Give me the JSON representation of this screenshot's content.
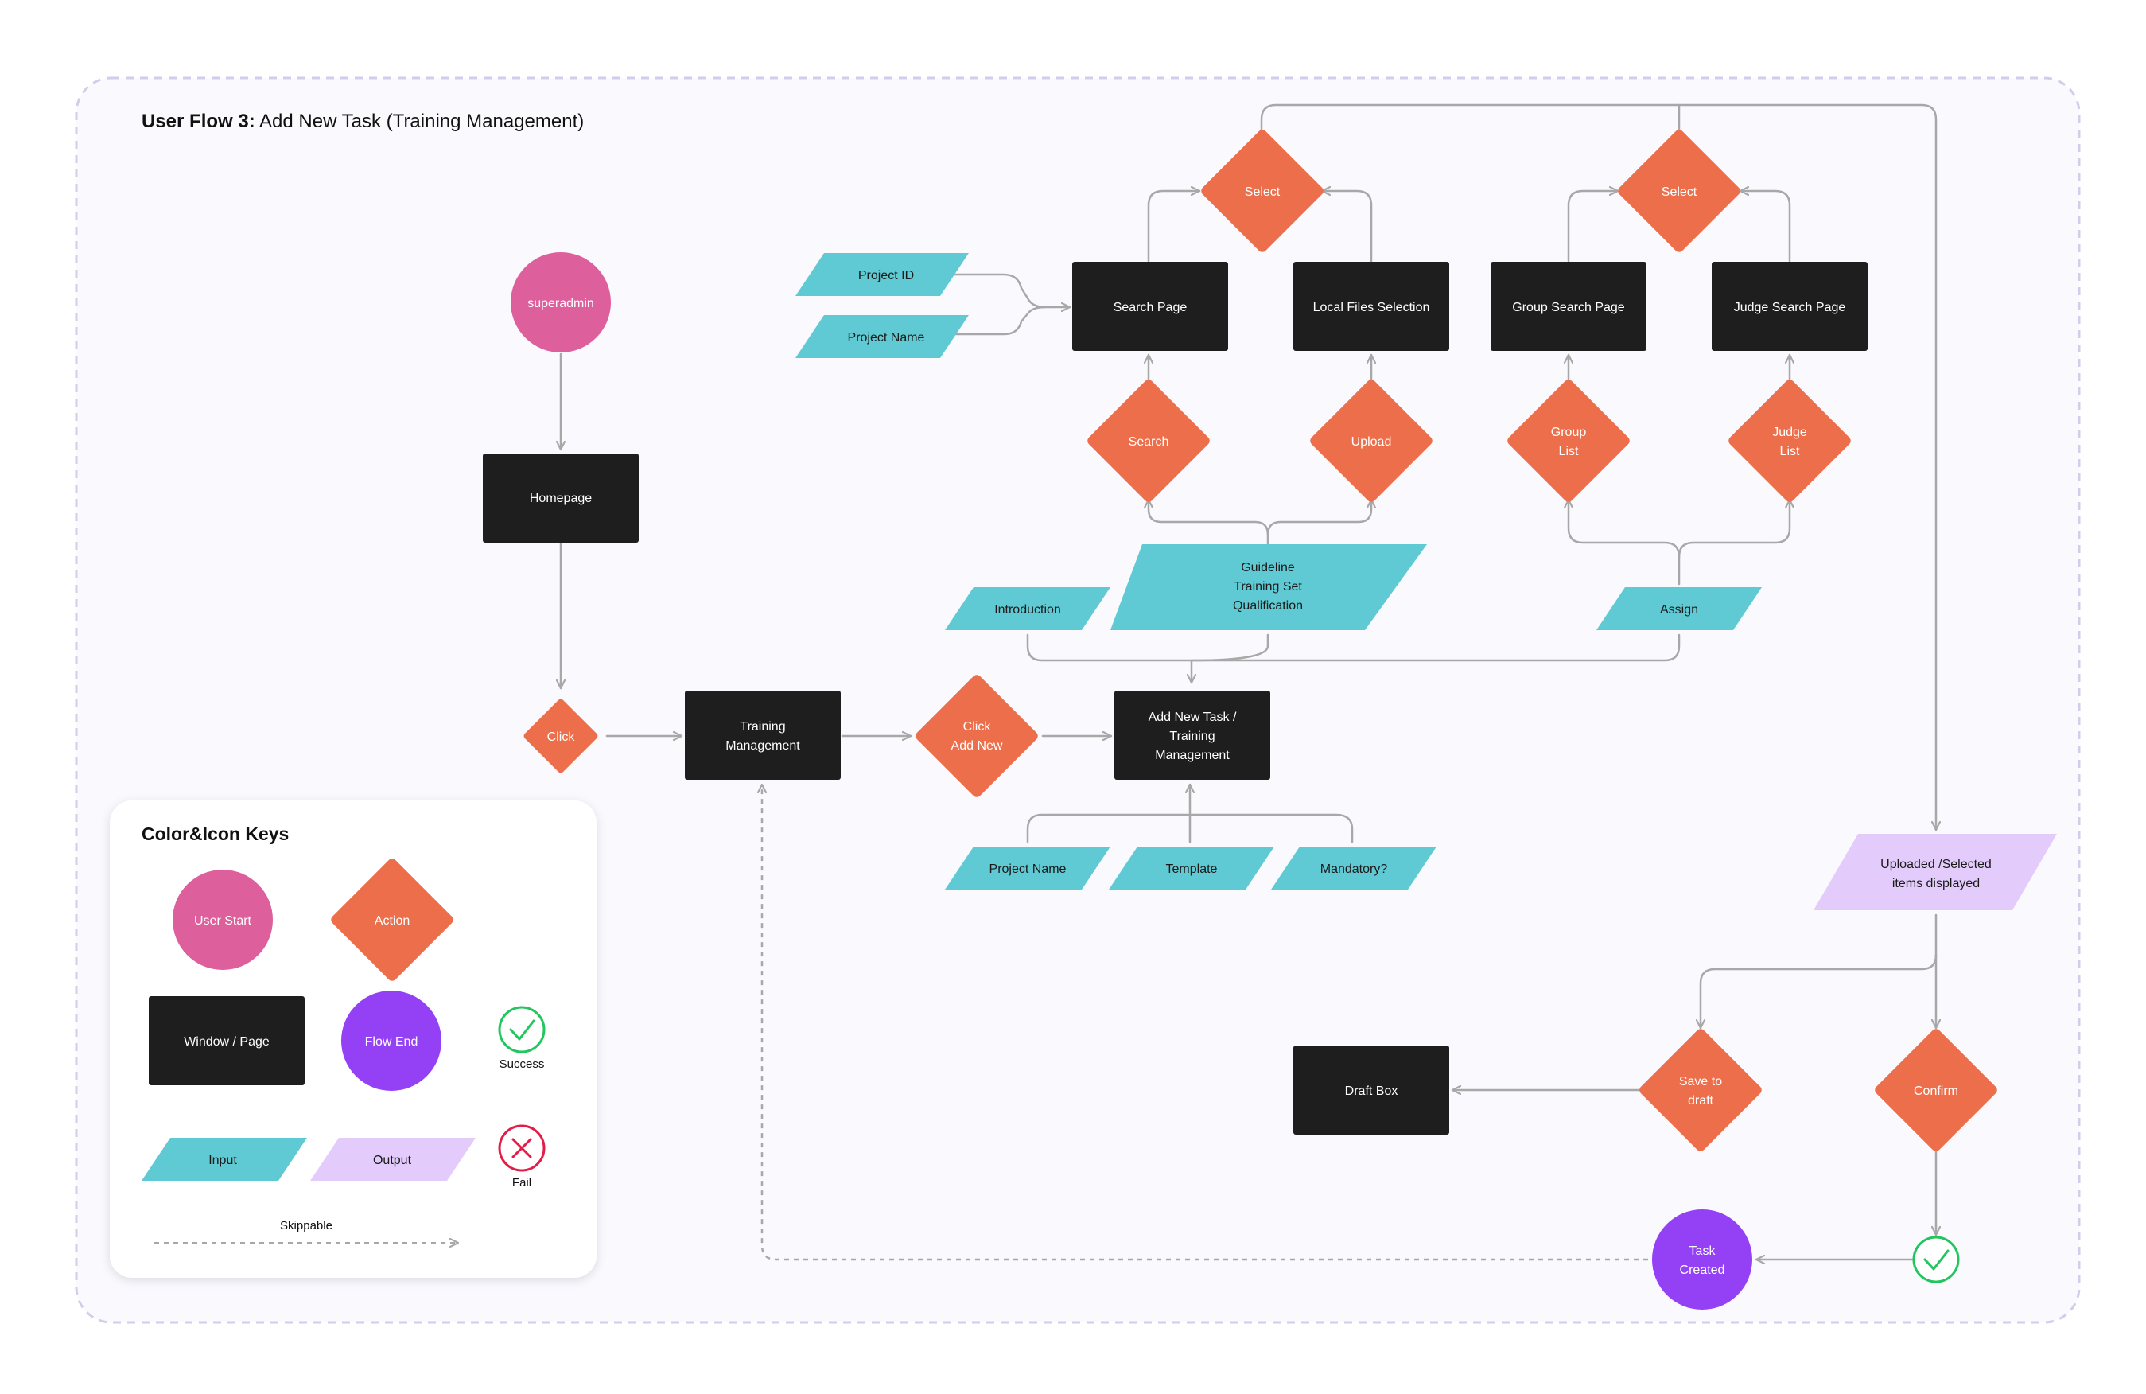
{
  "title": {
    "bold": "User Flow 3:",
    "rest": " Add New Task (Training Management)"
  },
  "colors": {
    "start": "#DD5F9C",
    "action": "#EC6E4A",
    "window": "#1E1E1E",
    "end": "#9440F5",
    "input": "#5FCAD3",
    "output": "#E3CCFB",
    "success": "#22C55E",
    "fail": "#E11D48",
    "arrow": "#A8A8A8",
    "frame": "#FAF9FE",
    "frame_border": "#D2CDEB"
  },
  "nodes": {
    "superadmin": "superadmin",
    "homepage": "Homepage",
    "click": "Click",
    "training_management": [
      "Training",
      "Management"
    ],
    "click_add_new": [
      "Click",
      "Add New"
    ],
    "add_new_task": [
      "Add New Task /",
      "Training",
      "Management"
    ],
    "project_id": "Project ID",
    "project_name_top": "Project Name",
    "search_page": "Search Page",
    "local_files": "Local Files Selection",
    "group_search_page": "Group Search Page",
    "judge_search_page": "Judge Search Page",
    "select_1": "Select",
    "select_2": "Select",
    "search": "Search",
    "upload": "Upload",
    "group_list": [
      "Group",
      "List"
    ],
    "judge_list": [
      "Judge",
      "List"
    ],
    "introduction": "Introduction",
    "guideline": [
      "Guideline",
      "Training Set",
      "Qualification"
    ],
    "assign": "Assign",
    "project_name_bottom": "Project Name",
    "template": "Template",
    "mandatory": "Mandatory?",
    "uploaded_selected": [
      "Uploaded /Selected",
      "items displayed"
    ],
    "save_to_draft": [
      "Save to",
      "draft"
    ],
    "confirm": "Confirm",
    "draft_box": "Draft Box",
    "task_created": [
      "Task",
      "Created"
    ]
  },
  "legend": {
    "title": "Color&Icon Keys",
    "user_start": "User Start",
    "action": "Action",
    "window_page": "Window / Page",
    "flow_end": "Flow End",
    "success": "Success",
    "input": "Input",
    "output": "Output",
    "fail": "Fail",
    "skippable": "Skippable"
  }
}
